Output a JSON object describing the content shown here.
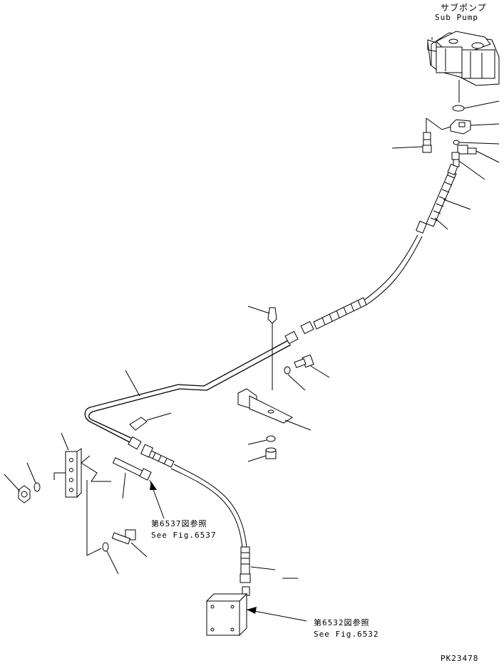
{
  "labels": {
    "sub_pump_jp": "サブポンプ",
    "sub_pump_en": "Sub Pump",
    "ref_6537_jp": "第6537図参照",
    "ref_6537_en": "See Fig.6537",
    "ref_6532_jp": "第6532図参照",
    "ref_6532_en": "See Fig.6532",
    "drawing_no": "PK23478"
  },
  "icons": [
    "sub-pump-icon",
    "valve-block-icon",
    "bracket-icon",
    "hose-icon",
    "tube-icon",
    "bolt-icon",
    "washer-icon",
    "nut-icon",
    "clip-icon",
    "elbow-fitting-icon",
    "connector-fitting-icon"
  ]
}
